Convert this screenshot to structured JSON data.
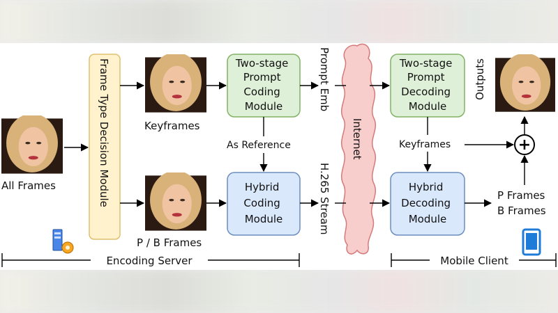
{
  "inputs": {
    "all_frames": "All Frames"
  },
  "modules": {
    "frame_type": "Frame Type Decision Module",
    "prompt_coding": [
      "Two-stage",
      "Prompt",
      "Coding",
      "Module"
    ],
    "hybrid_coding": [
      "Hybrid",
      "Coding",
      "Module"
    ],
    "prompt_decoding": [
      "Two-stage",
      "Prompt",
      "Decoding",
      "Module"
    ],
    "hybrid_decoding": [
      "Hybrid",
      "Decoding",
      "Module"
    ]
  },
  "labels": {
    "keyframes": "Keyframes",
    "pb_frames": "P / B Frames",
    "as_reference": "As Reference",
    "prompt_emb": "Prompt Emb",
    "h265_stream": "H.265 Stream",
    "internet": "Internet",
    "keyframes_decoded": "Keyframes",
    "outputs": "Outputs",
    "p_frames": "P Frames",
    "b_frames": "B Frames",
    "combine_symbol": "+"
  },
  "sections": {
    "encoding_server": "Encoding Server",
    "mobile_client": "Mobile Client"
  },
  "colors": {
    "green_fill": "#dff0d8",
    "blue_fill": "#dae8fc",
    "yellow_fill": "#fff2cc",
    "cloud_fill": "#f8cecc"
  },
  "icons": {
    "server": "server-icon",
    "mobile": "mobile-phone-icon"
  }
}
